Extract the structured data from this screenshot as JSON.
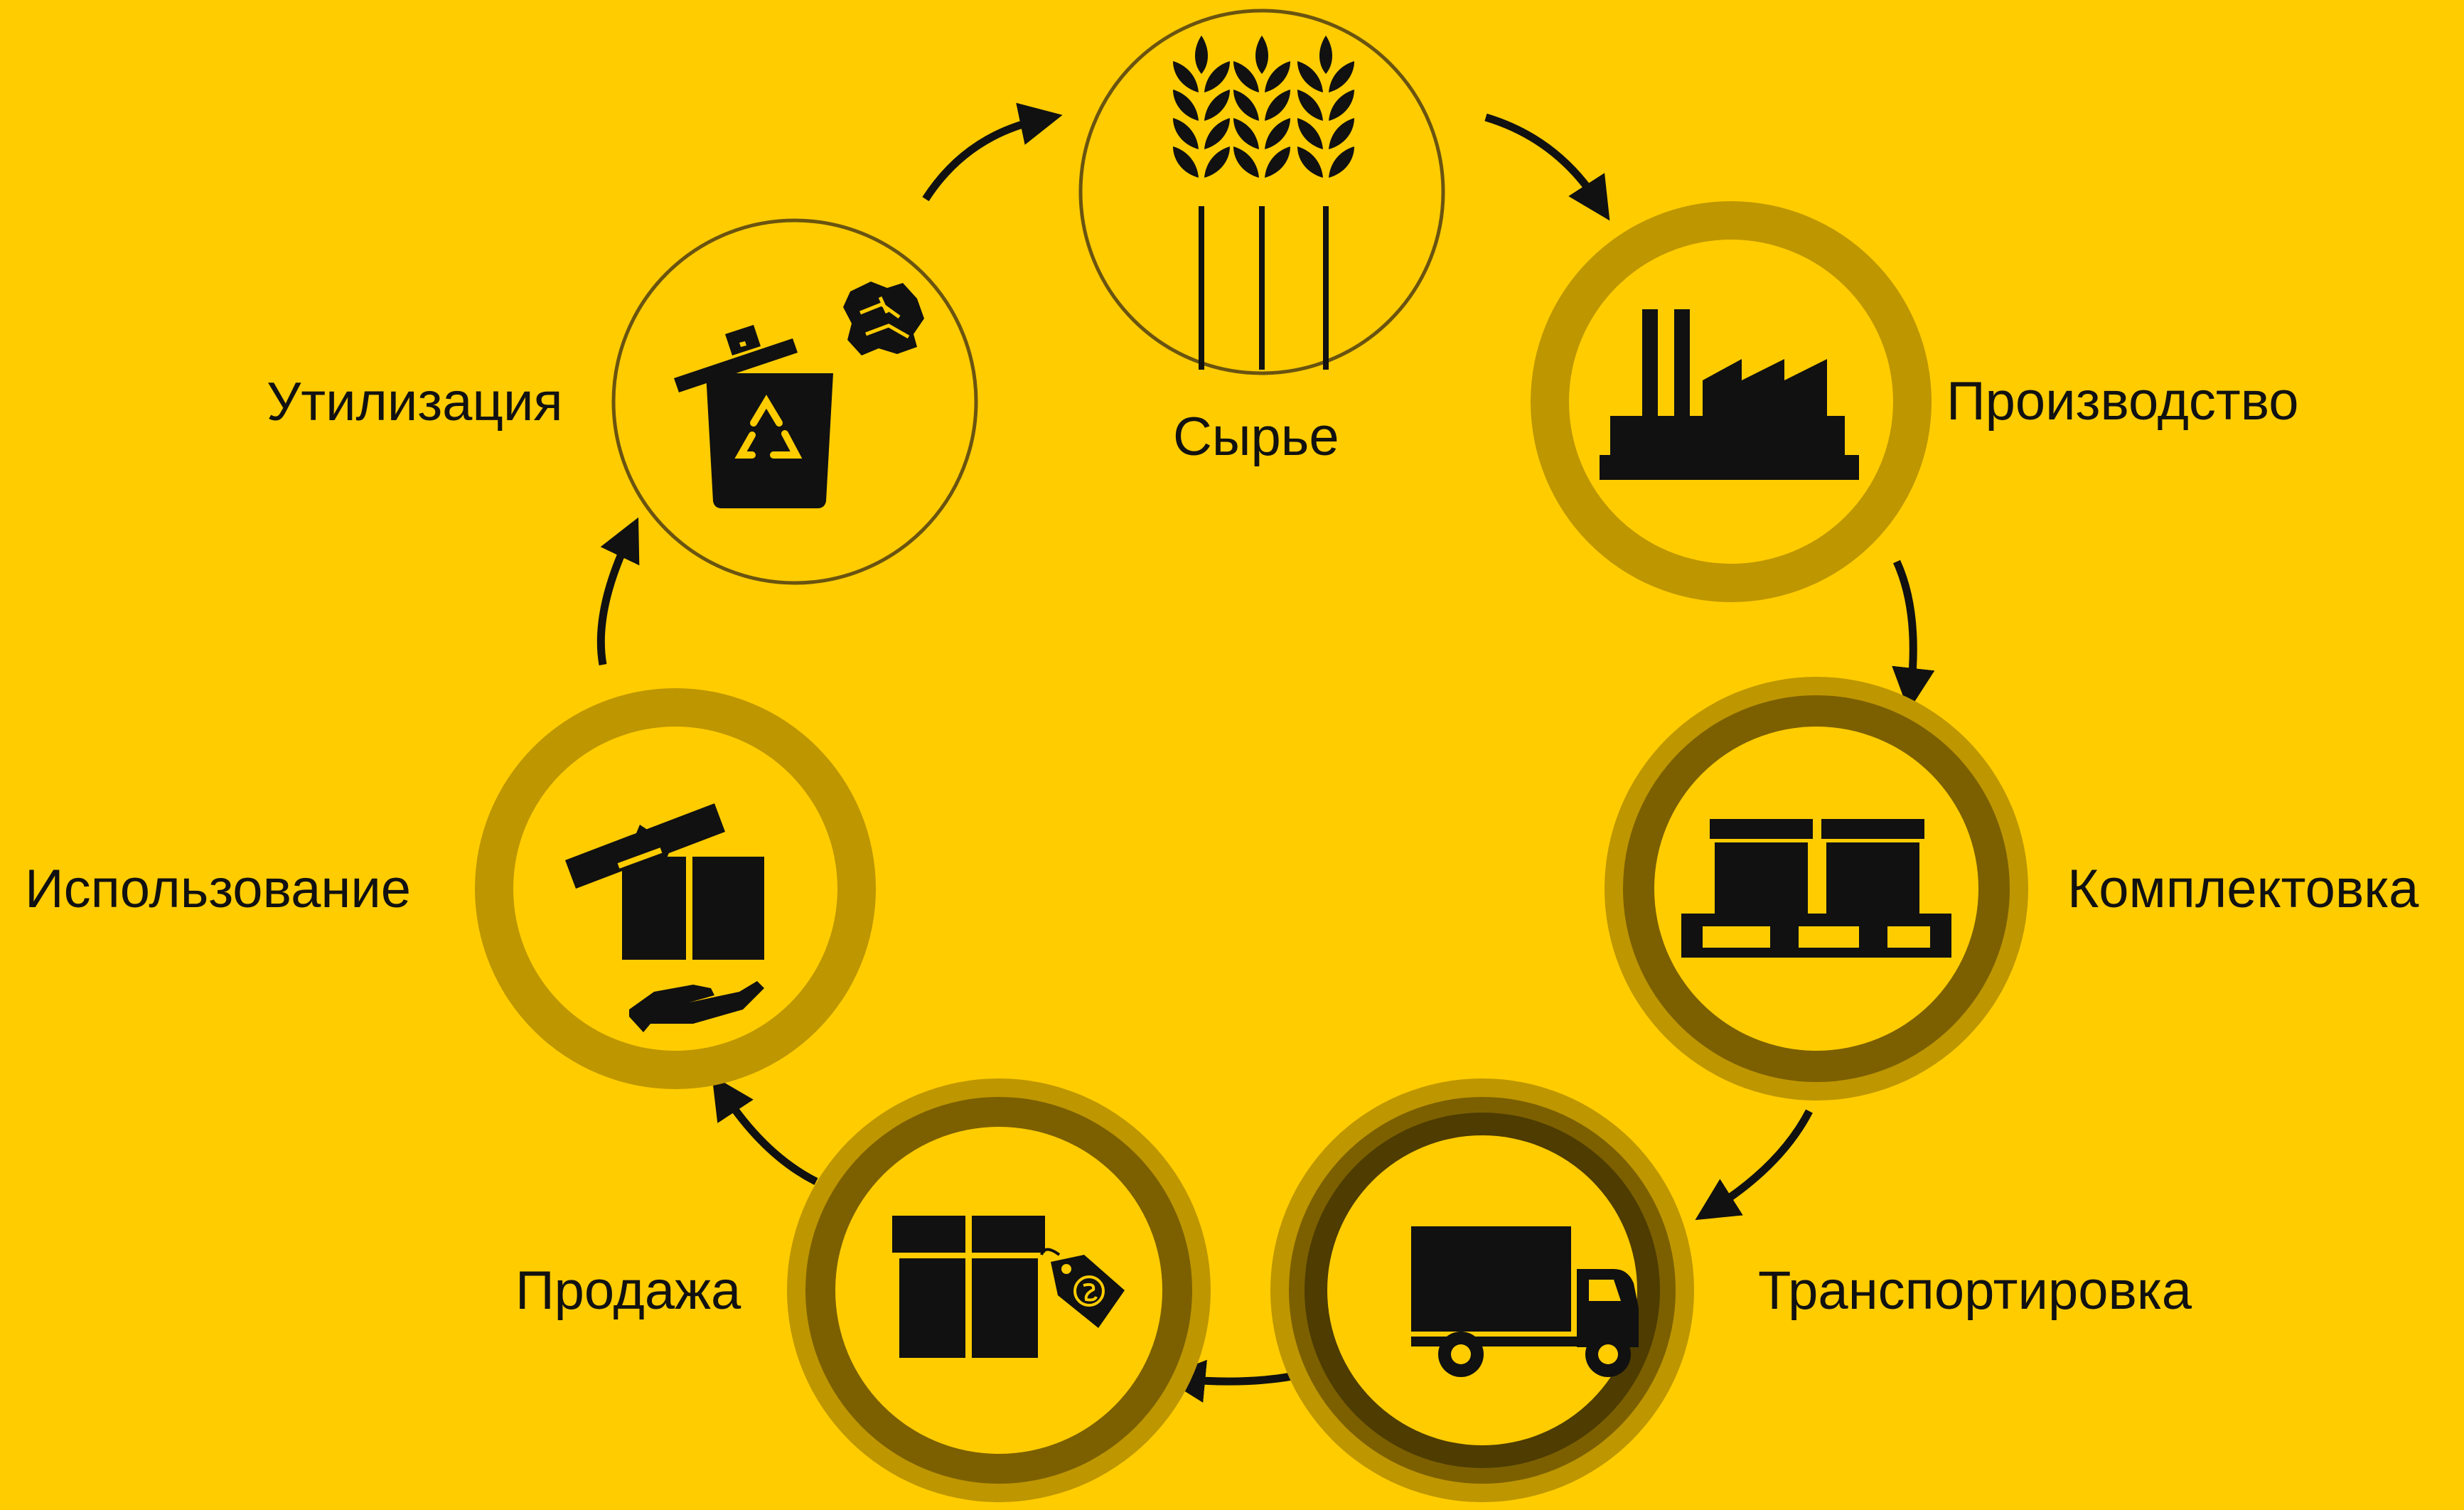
{
  "colors": {
    "background": "#FFCC00",
    "ring_light": "#BE9600",
    "ring_medium": "#7C6000",
    "ring_dark": "#4E3C00",
    "icon": "#111111"
  },
  "stages": [
    {
      "label": "Сырье",
      "icon": "wheat-icon"
    },
    {
      "label": "Производство",
      "icon": "factory-icon"
    },
    {
      "label": "Комплектовка",
      "icon": "pallet-boxes-icon"
    },
    {
      "label": "Транспортировка",
      "icon": "truck-icon"
    },
    {
      "label": "Продажа",
      "icon": "gift-price-tag-icon"
    },
    {
      "label": "Использование",
      "icon": "open-box-hand-icon"
    },
    {
      "label": "Утилизация",
      "icon": "recycle-bin-icon"
    }
  ]
}
